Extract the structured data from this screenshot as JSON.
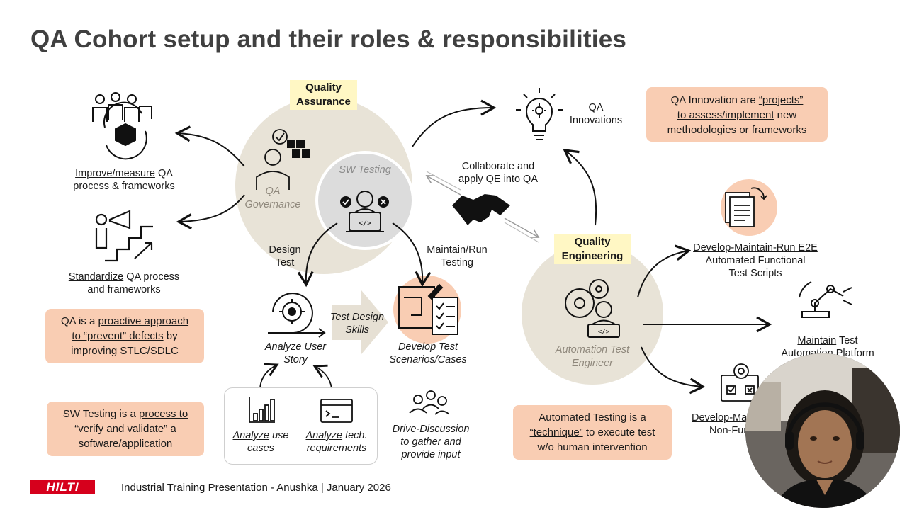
{
  "slide": {
    "title": "QA Cohort setup and their roles & responsibilities",
    "footer": "Industrial Training Presentation - Anushka | January 2026",
    "logo": "HILTI"
  },
  "qa": {
    "header_line1": "Quality",
    "header_line2": "Assurance",
    "governance_line1": "QA",
    "governance_line2": "Governance",
    "sw_testing": "SW Testing",
    "improve_u": "Improve/measure",
    "improve_rest": " QA",
    "improve_line2": "process & frameworks",
    "standardize_u": "Standardize",
    "standardize_rest": " QA process",
    "standardize_line2": "and frameworks",
    "box1_a": "QA is a ",
    "box1_u1": "proactive approach",
    "box1_u2": "to “prevent” defects",
    "box1_b": " by",
    "box1_c": "improving STLC/SDLC",
    "box2_a": "SW Testing is a ",
    "box2_u1": "process to",
    "box2_u2": "“verify and validate”",
    "box2_b": " a",
    "box2_c": "software/application"
  },
  "sw": {
    "design_u": "Design",
    "design_line2": "Test",
    "maintain_u": "Maintain/Run",
    "maintain_line2": "Testing",
    "analyze_story_u": "Analyze",
    "analyze_story_rest": " User",
    "analyze_story_line2": "Story",
    "skills_line1": "Test Design",
    "skills_line2": "Skills",
    "develop_u": "Develop",
    "develop_rest": " Test",
    "develop_line2": "Scenarios/Cases",
    "use_cases_u": "Analyze",
    "use_cases_rest": " use",
    "use_cases_line2": "cases",
    "tech_u": "Analyze",
    "tech_rest": " tech.",
    "tech_line2": "requirements",
    "drive_u": "Drive-Discussion",
    "drive_line2": "to gather and",
    "drive_line3": "provide input"
  },
  "collab": {
    "line1": "Collaborate and",
    "line2_a": "apply ",
    "line2_u": "QE into QA"
  },
  "innovation": {
    "label_line1": "QA",
    "label_line2": "Innovations",
    "box_a": "QA Innovation are ",
    "box_u1": "“projects”",
    "box_u2": "to assess/implement",
    "box_b": " new",
    "box_c": "methodologies or frameworks"
  },
  "qe": {
    "header_line1": "Quality",
    "header_line2": "Engineering",
    "engineer_line1": "Automation Test",
    "engineer_line2": "Engineer",
    "e2e_u": "Develop-Maintain-Run E2E",
    "e2e_line2": "Automated Functional",
    "e2e_line3": "Test Scripts",
    "platform_u": "Maintain",
    "platform_rest": " Test",
    "platform_line2": "Automation Platform",
    "nonfunc_u": "Develop-Ma",
    "nonfunc_line2": "Non-Fun",
    "box_a": "Automated Testing is a",
    "box_u": "“technique”",
    "box_b": " to execute test",
    "box_c": "w/o human intervention"
  },
  "colors": {
    "circle": "#e8e3d7",
    "sw_circle": "#dcdcdc",
    "box": "#f9cdb3",
    "highlight": "#fff7c4",
    "brand_red": "#d6001c"
  }
}
